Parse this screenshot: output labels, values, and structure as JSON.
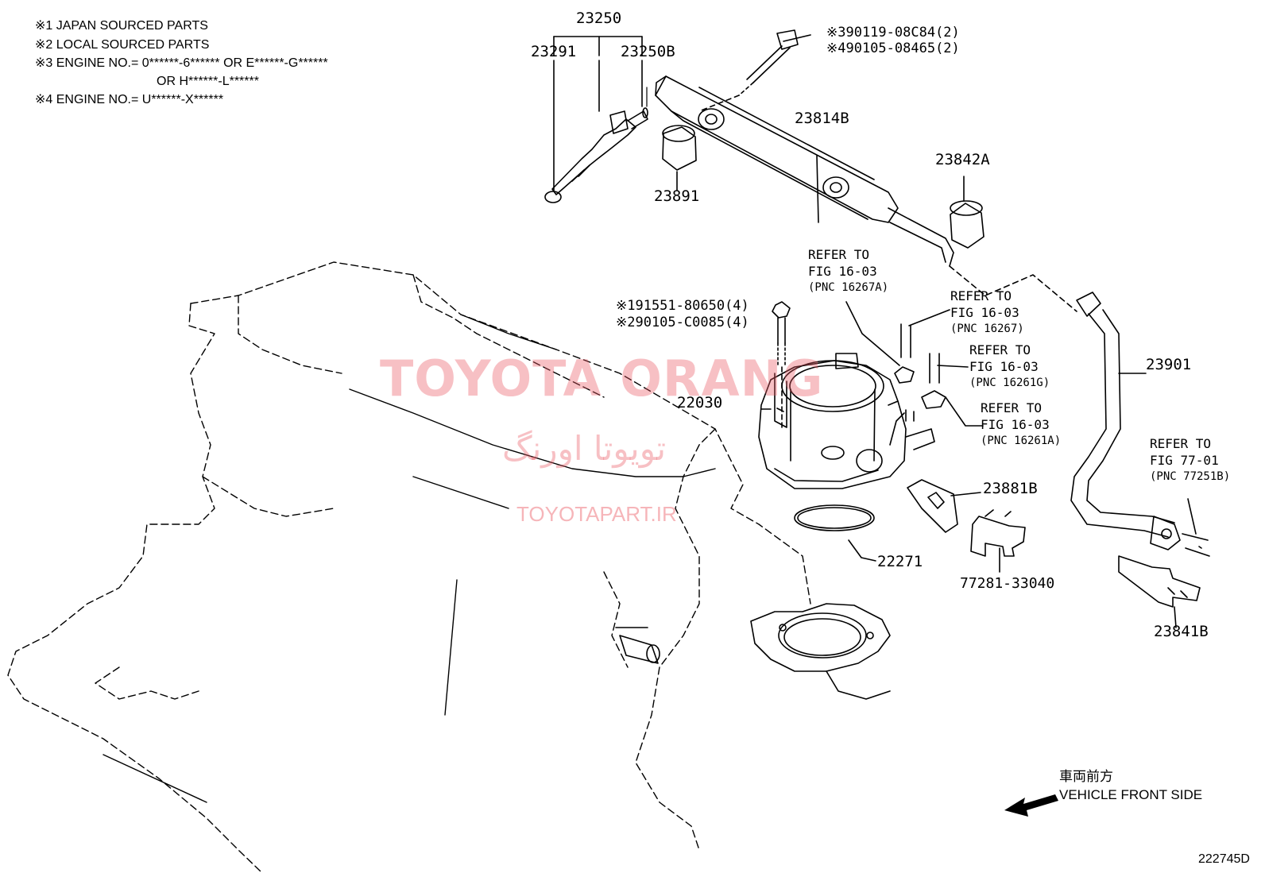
{
  "notes": [
    "※1 JAPAN SOURCED PARTS",
    "※2 LOCAL SOURCED PARTS",
    "※3 ENGINE NO.= 0******-6****** OR E******-G******",
    "OR H******-L******",
    "※4 ENGINE NO.= U******-X******"
  ],
  "parts": {
    "p23250": "23250",
    "p23291": "23291",
    "p23250B": "23250B",
    "p23891": "23891",
    "p23814B": "23814B",
    "p23842A": "23842A",
    "p23901": "23901",
    "p22030": "22030",
    "p23881B": "23881B",
    "p22271": "22271",
    "p77281": "77281-33040",
    "p23841B": "23841B"
  },
  "bolts": {
    "b1a": "※390119-08C84(2)",
    "b1b": "※490105-08465(2)",
    "b2a": "※191551-80650(4)",
    "b2b": "※290105-C0085(4)"
  },
  "refs": {
    "r1": {
      "l1": "REFER TO",
      "l2": "FIG 16-03",
      "l3": "(PNC 16267A)"
    },
    "r2": {
      "l1": "REFER TO",
      "l2": "FIG 16-03",
      "l3": "(PNC 16267)"
    },
    "r3": {
      "l1": "REFER TO",
      "l2": "FIG 16-03",
      "l3": "(PNC 16261G)"
    },
    "r4": {
      "l1": "REFER TO",
      "l2": "FIG 16-03",
      "l3": "(PNC 16261A)"
    },
    "r5": {
      "l1": "REFER TO",
      "l2": "FIG 77-01",
      "l3": "(PNC 77251B)"
    }
  },
  "watermark": {
    "brand": "TOYOTA ORANG",
    "persian": "تویوتا اورنگ",
    "site": "TOYOTAPART.IR"
  },
  "direction": {
    "jp": "車両前方",
    "en": "VEHICLE FRONT SIDE"
  },
  "figure_id": "222745D"
}
